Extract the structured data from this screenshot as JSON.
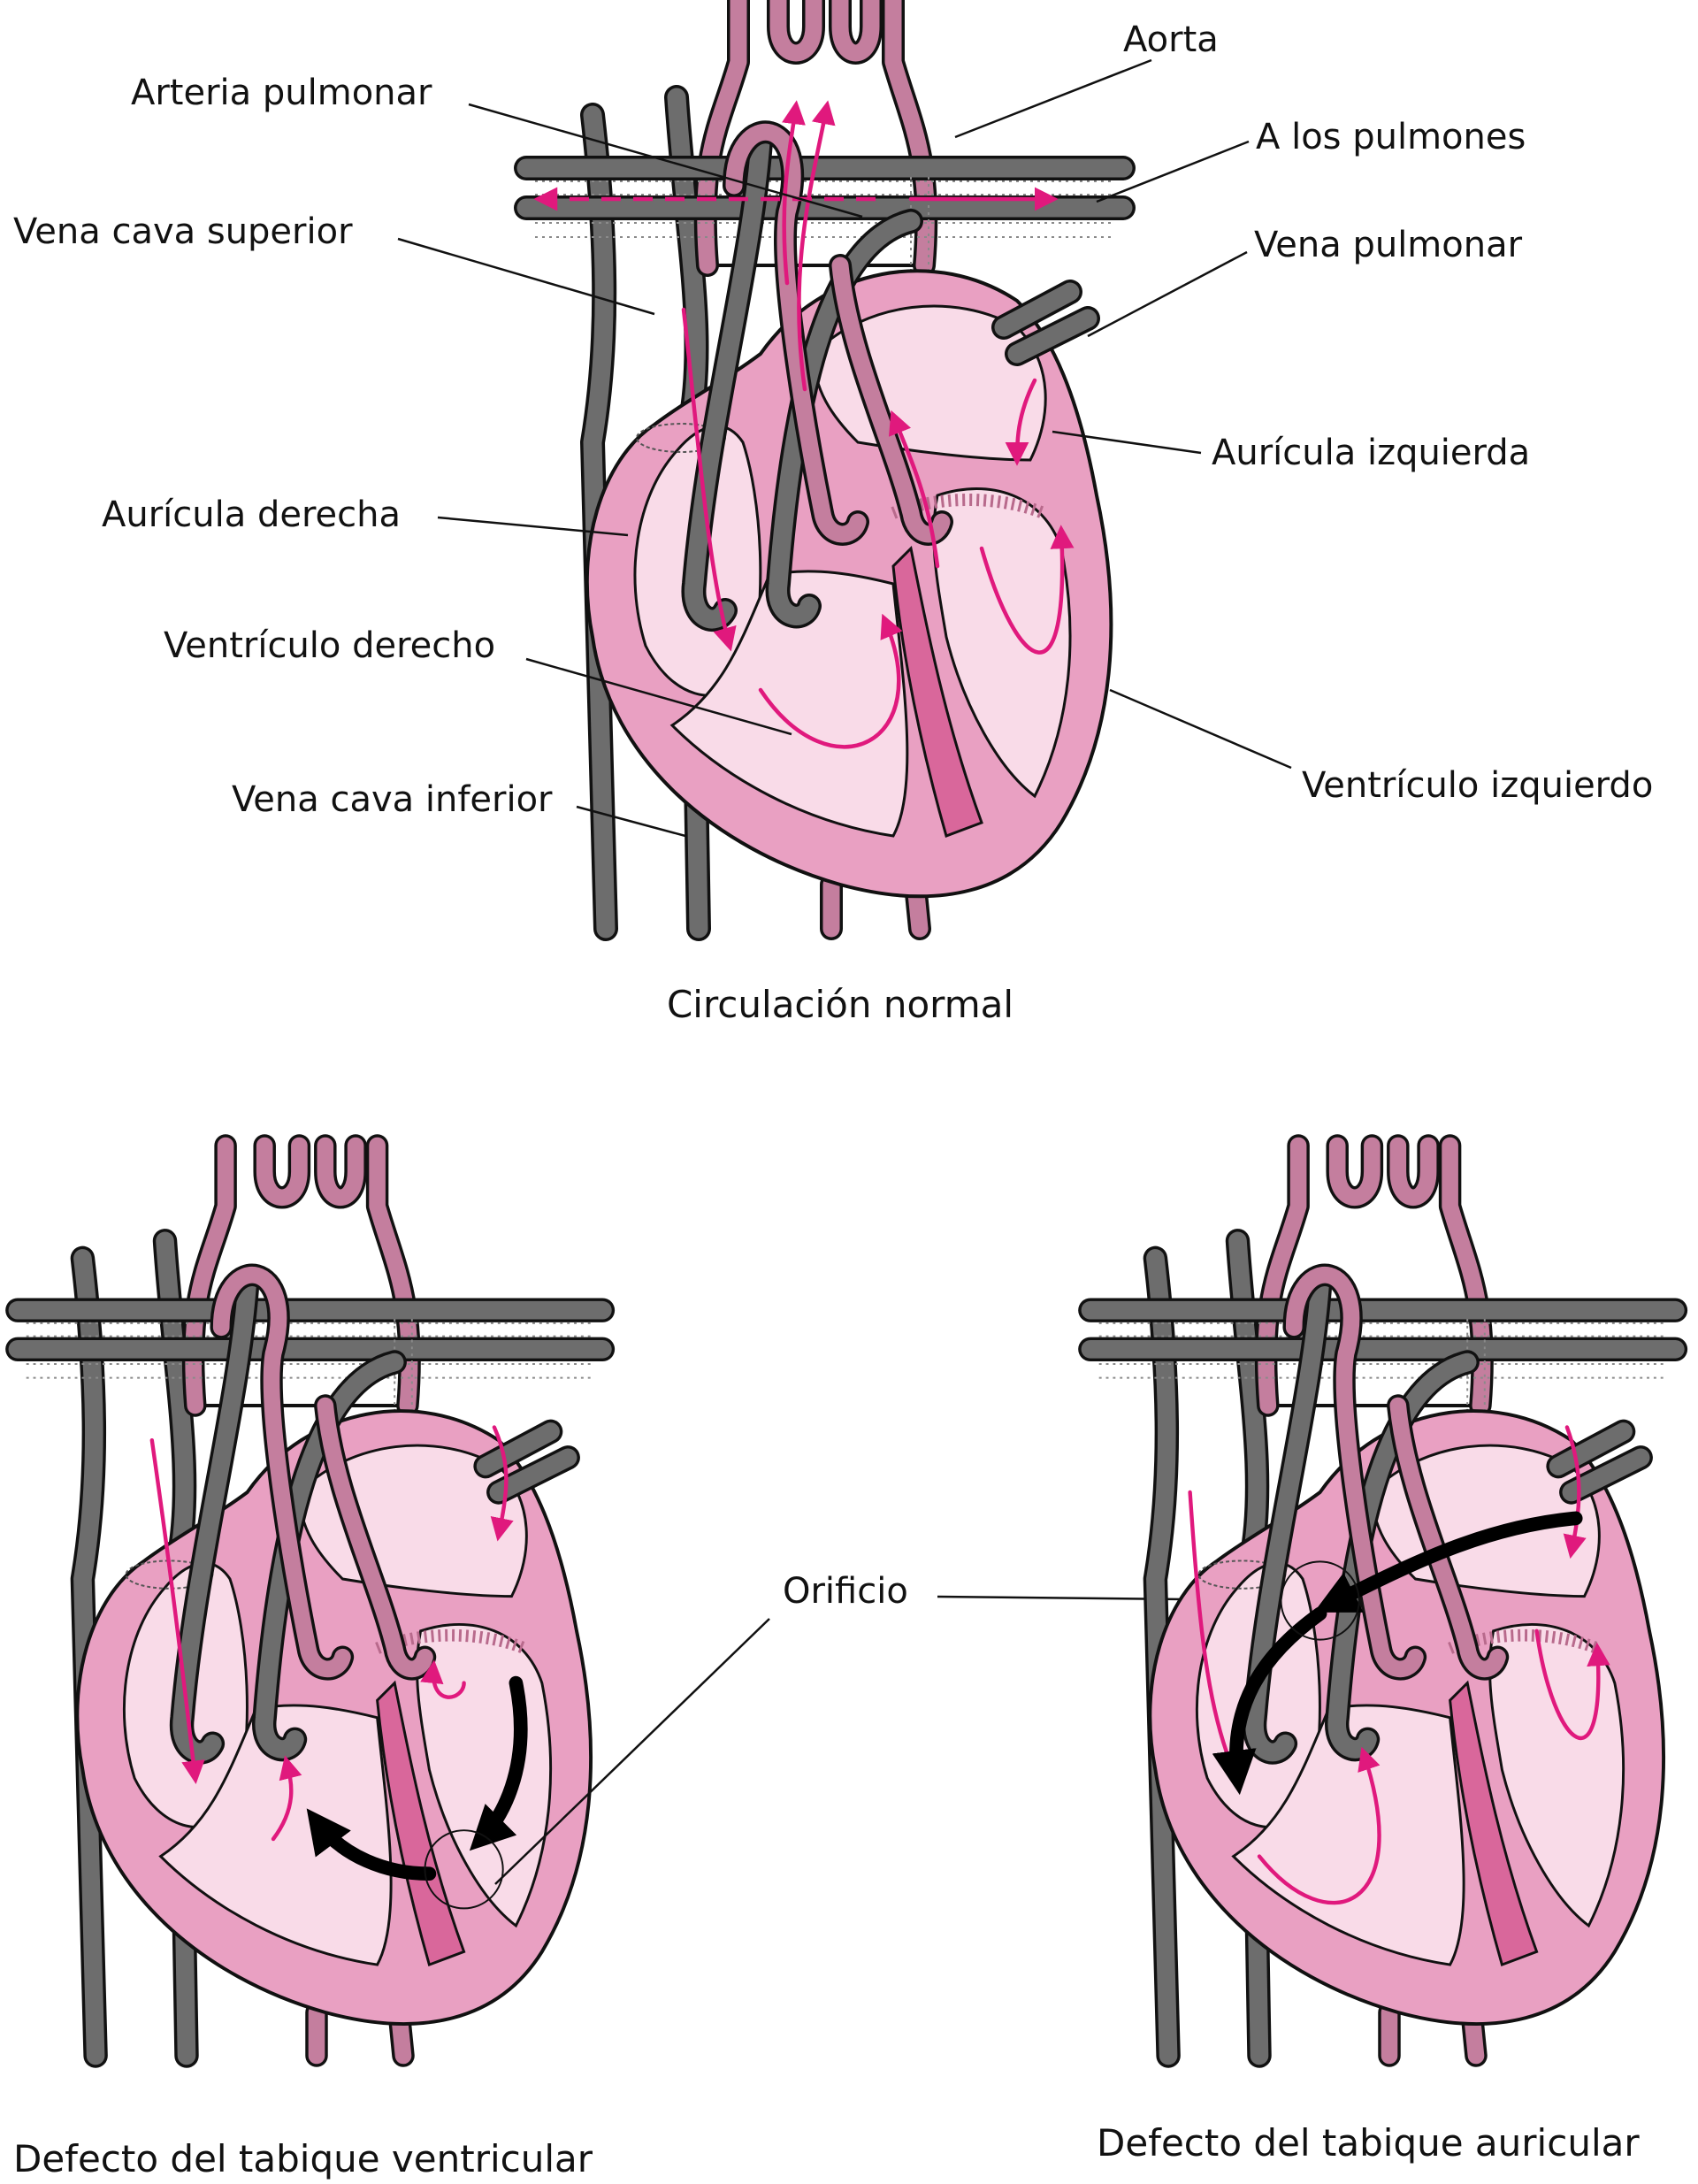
{
  "labels": {
    "aorta": "Aorta",
    "pulmonary_artery": "Arteria pulmonar",
    "to_lungs": "A los pulmones",
    "superior_vena_cava": "Vena cava superior",
    "pulmonary_vein": "Vena pulmonar",
    "left_atrium": "Aurícula izquierda",
    "right_atrium": "Aurícula derecha",
    "right_ventricle": "Ventrículo derecho",
    "inferior_vena_cava": "Vena cava inferior",
    "left_ventricle": "Ventrículo izquierdo",
    "hole": "Orificio"
  },
  "captions": {
    "normal": "Circulación normal",
    "vsd": "Defecto del tabique ventricular",
    "asd": "Defecto del tabique auricular"
  },
  "colors": {
    "heart_outer": "#e9a0c2",
    "heart_inner": "#f9dbe8",
    "septum": "#d9679b",
    "flow_arrow": "#e0197d",
    "vein": "#6d6d6d",
    "artery": "#c47e9e",
    "abnormal_flow": "#000000"
  }
}
